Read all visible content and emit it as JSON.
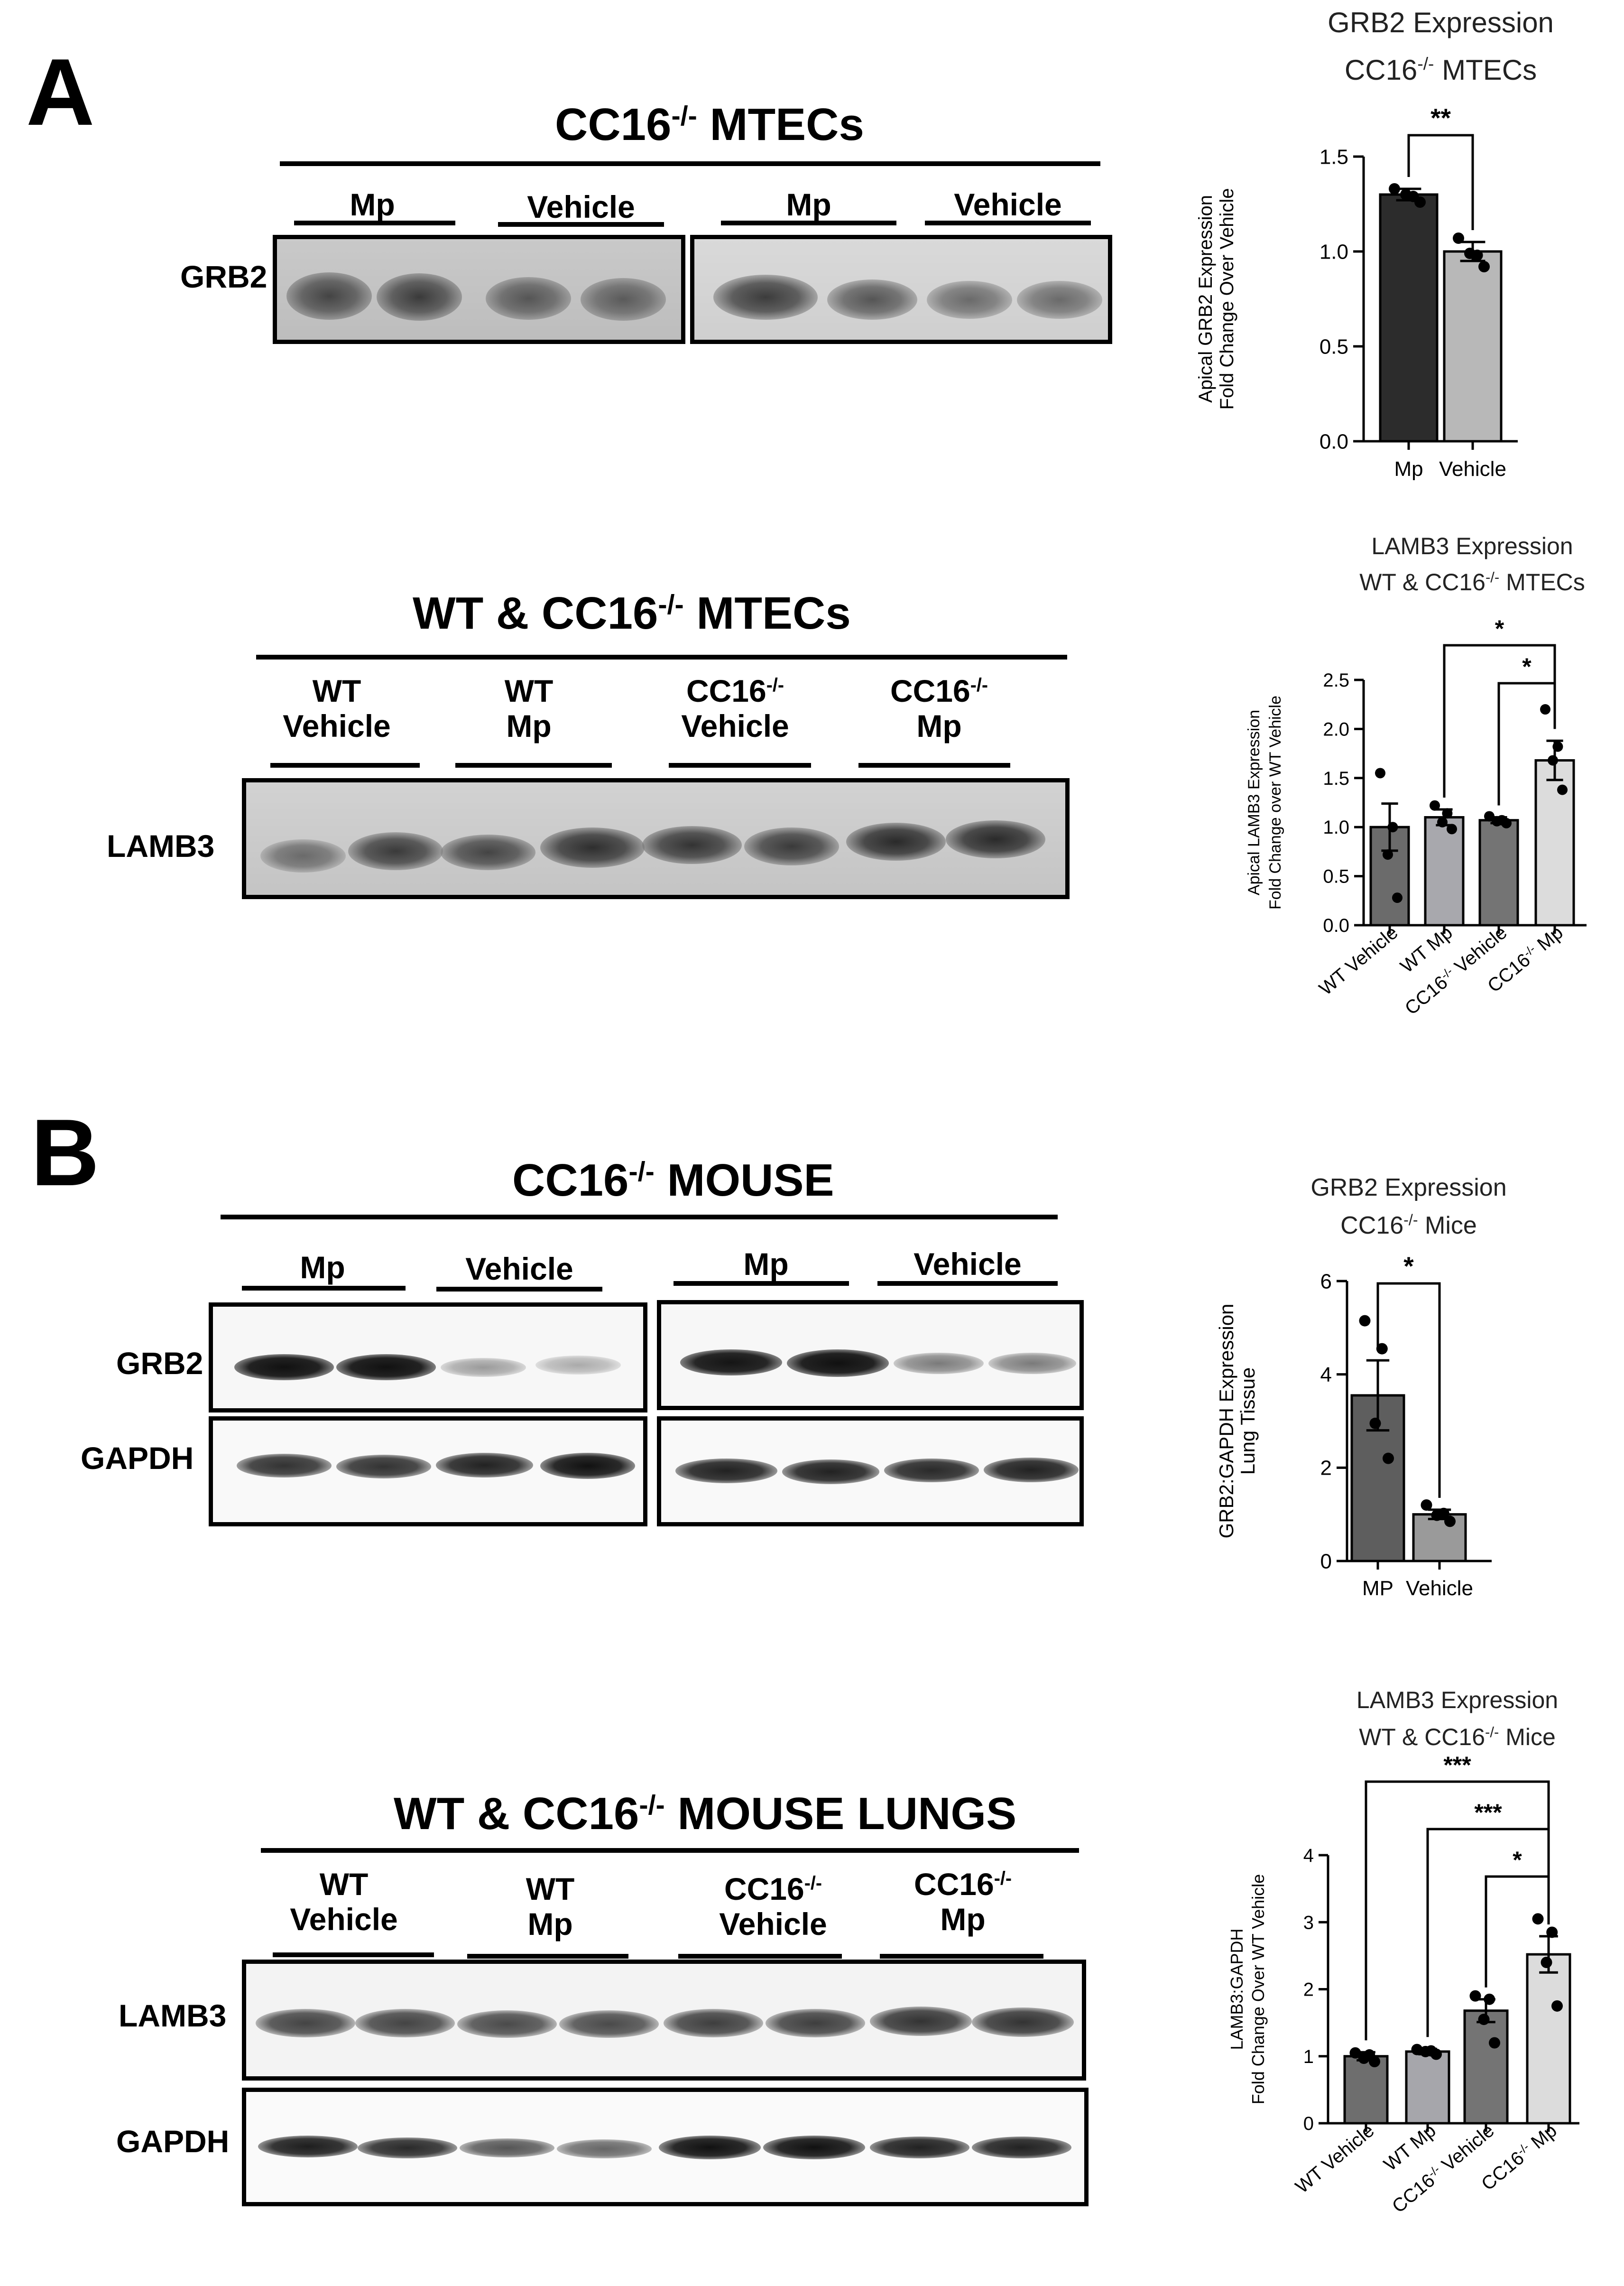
{
  "panels": {
    "a": {
      "letter": "A"
    },
    "b": {
      "letter": "B"
    }
  },
  "blot_grb2_mtec": {
    "title": "CC16",
    "title_sup": "-/-",
    "title_rest": " MTECs",
    "groups": [
      "Mp",
      "Vehicle",
      "Mp",
      "Vehicle"
    ],
    "rows": [
      "GRB2"
    ]
  },
  "blot_lamb3_mtec": {
    "title": "WT & CC16",
    "title_sup": "-/-",
    "title_rest": " MTECs",
    "groups": [
      {
        "l1": "WT",
        "l1_sup": "",
        "l2": "Vehicle"
      },
      {
        "l1": "WT",
        "l1_sup": "",
        "l2": "Mp"
      },
      {
        "l1": "CC16",
        "l1_sup": "-/-",
        "l2": "Vehicle"
      },
      {
        "l1": "CC16",
        "l1_sup": "-/-",
        "l2": "Mp"
      }
    ],
    "rows": [
      "LAMB3"
    ]
  },
  "blot_grb2_mouse": {
    "title": "CC16",
    "title_sup": "-/-",
    "title_rest": " MOUSE",
    "groups": [
      "Mp",
      "Vehicle",
      "Mp",
      "Vehicle"
    ],
    "rows": [
      "GRB2",
      "GAPDH"
    ]
  },
  "blot_lamb3_mouse": {
    "title": "WT & CC16",
    "title_sup": "-/-",
    "title_rest": " MOUSE LUNGS",
    "groups": [
      {
        "l1": "WT",
        "l1_sup": "",
        "l2": "Vehicle"
      },
      {
        "l1": "WT",
        "l1_sup": "",
        "l2": "Mp"
      },
      {
        "l1": "CC16",
        "l1_sup": "-/-",
        "l2": "Vehicle"
      },
      {
        "l1": "CC16",
        "l1_sup": "-/-",
        "l2": "Mp"
      }
    ],
    "rows": [
      "LAMB3",
      "GAPDH"
    ]
  },
  "chart_data": [
    {
      "type": "bar",
      "title": "GRB2 Expression",
      "subtitle": "CC16-/- MTECs",
      "ylabel": [
        "Apical GRB2 Expression",
        "Fold Change Over Vehicle"
      ],
      "categories": [
        "Mp",
        "Vehicle"
      ],
      "values": [
        1.3,
        1.0
      ],
      "errors": [
        0.03,
        0.05
      ],
      "points": [
        [
          1.33,
          1.29,
          1.3,
          1.26
        ],
        [
          1.07,
          0.98,
          0.99,
          0.92
        ]
      ],
      "colors": [
        "#2c2c2c",
        "#b8b8b8"
      ],
      "ylim": [
        0,
        1.5
      ],
      "yticks": [
        0.0,
        0.5,
        1.0,
        1.5
      ],
      "ytick_labels": [
        "0.0",
        "0.5",
        "1.0",
        "1.5"
      ],
      "significance": [
        {
          "from": 0,
          "to": 1,
          "label": "**"
        }
      ]
    },
    {
      "type": "bar",
      "title": "LAMB3 Expression",
      "subtitle": "WT & CC16-/- MTECs",
      "ylabel": [
        "Apical LAMB3 Expression",
        "Fold Change over WT Vehicle"
      ],
      "categories": [
        "WT Vehicle",
        "WT Mp",
        "CC16-/- Vehicle",
        "CC16-/- Mp"
      ],
      "values": [
        1.0,
        1.1,
        1.07,
        1.68
      ],
      "errors": [
        0.24,
        0.08,
        0.03,
        0.2
      ],
      "points": [
        [
          1.55,
          1.0,
          0.72,
          0.28
        ],
        [
          1.22,
          1.14,
          1.05,
          0.98
        ],
        [
          1.11,
          1.07,
          1.06,
          1.04
        ],
        [
          2.2,
          1.82,
          1.68,
          1.38
        ]
      ],
      "colors": [
        "#6b6b6b",
        "#a8a8ad",
        "#747474",
        "#dcdcdc"
      ],
      "ylim": [
        0,
        2.5
      ],
      "yticks": [
        0.0,
        0.5,
        1.0,
        1.5,
        2.0,
        2.5
      ],
      "ytick_labels": [
        "0.0",
        "0.5",
        "1.0",
        "1.5",
        "2.0",
        "2.5"
      ],
      "significance": [
        {
          "from": 1,
          "to": 3,
          "label": "*"
        },
        {
          "from": 2,
          "to": 3,
          "label": "*"
        }
      ]
    },
    {
      "type": "bar",
      "title": "GRB2 Expression",
      "subtitle": "CC16-/- Mice",
      "ylabel": [
        "GRB2:GAPDH Expression",
        "Lung Tissue"
      ],
      "categories": [
        "MP",
        "Vehicle"
      ],
      "values": [
        3.55,
        1.0
      ],
      "errors": [
        0.75,
        0.1
      ],
      "points": [
        [
          5.15,
          4.55,
          2.95,
          2.2
        ],
        [
          1.2,
          1.02,
          0.98,
          0.85
        ]
      ],
      "colors": [
        "#5e5e5e",
        "#9a9a9a"
      ],
      "ylim": [
        0,
        6
      ],
      "yticks": [
        0,
        2,
        4,
        6
      ],
      "ytick_labels": [
        "0",
        "2",
        "4",
        "6"
      ],
      "significance": [
        {
          "from": 0,
          "to": 1,
          "label": "*"
        }
      ]
    },
    {
      "type": "bar",
      "title": "LAMB3 Expression",
      "subtitle": "WT & CC16-/- Mice",
      "ylabel": [
        "LAMB3:GAPDH",
        "Fold Change Over WT Vehicle"
      ],
      "categories": [
        "WT Vehicle",
        "WT Mp",
        "CC16-/- Vehicle",
        "CC16-/- Mp"
      ],
      "values": [
        1.0,
        1.07,
        1.68,
        2.52
      ],
      "errors": [
        0.06,
        0.04,
        0.17,
        0.27
      ],
      "points": [
        [
          1.05,
          1.02,
          0.97,
          0.92
        ],
        [
          1.1,
          1.08,
          1.07,
          1.03
        ],
        [
          1.9,
          1.85,
          1.55,
          1.2
        ],
        [
          3.05,
          2.85,
          2.4,
          1.75
        ]
      ],
      "colors": [
        "#6e6e6e",
        "#a6a6ab",
        "#747474",
        "#dcdcdc"
      ],
      "ylim": [
        0,
        4
      ],
      "yticks": [
        0,
        1,
        2,
        3,
        4
      ],
      "ytick_labels": [
        "0",
        "1",
        "2",
        "3",
        "4"
      ],
      "significance": [
        {
          "from": 0,
          "to": 3,
          "label": "***"
        },
        {
          "from": 1,
          "to": 3,
          "label": "***"
        },
        {
          "from": 2,
          "to": 3,
          "label": "*"
        }
      ]
    }
  ]
}
